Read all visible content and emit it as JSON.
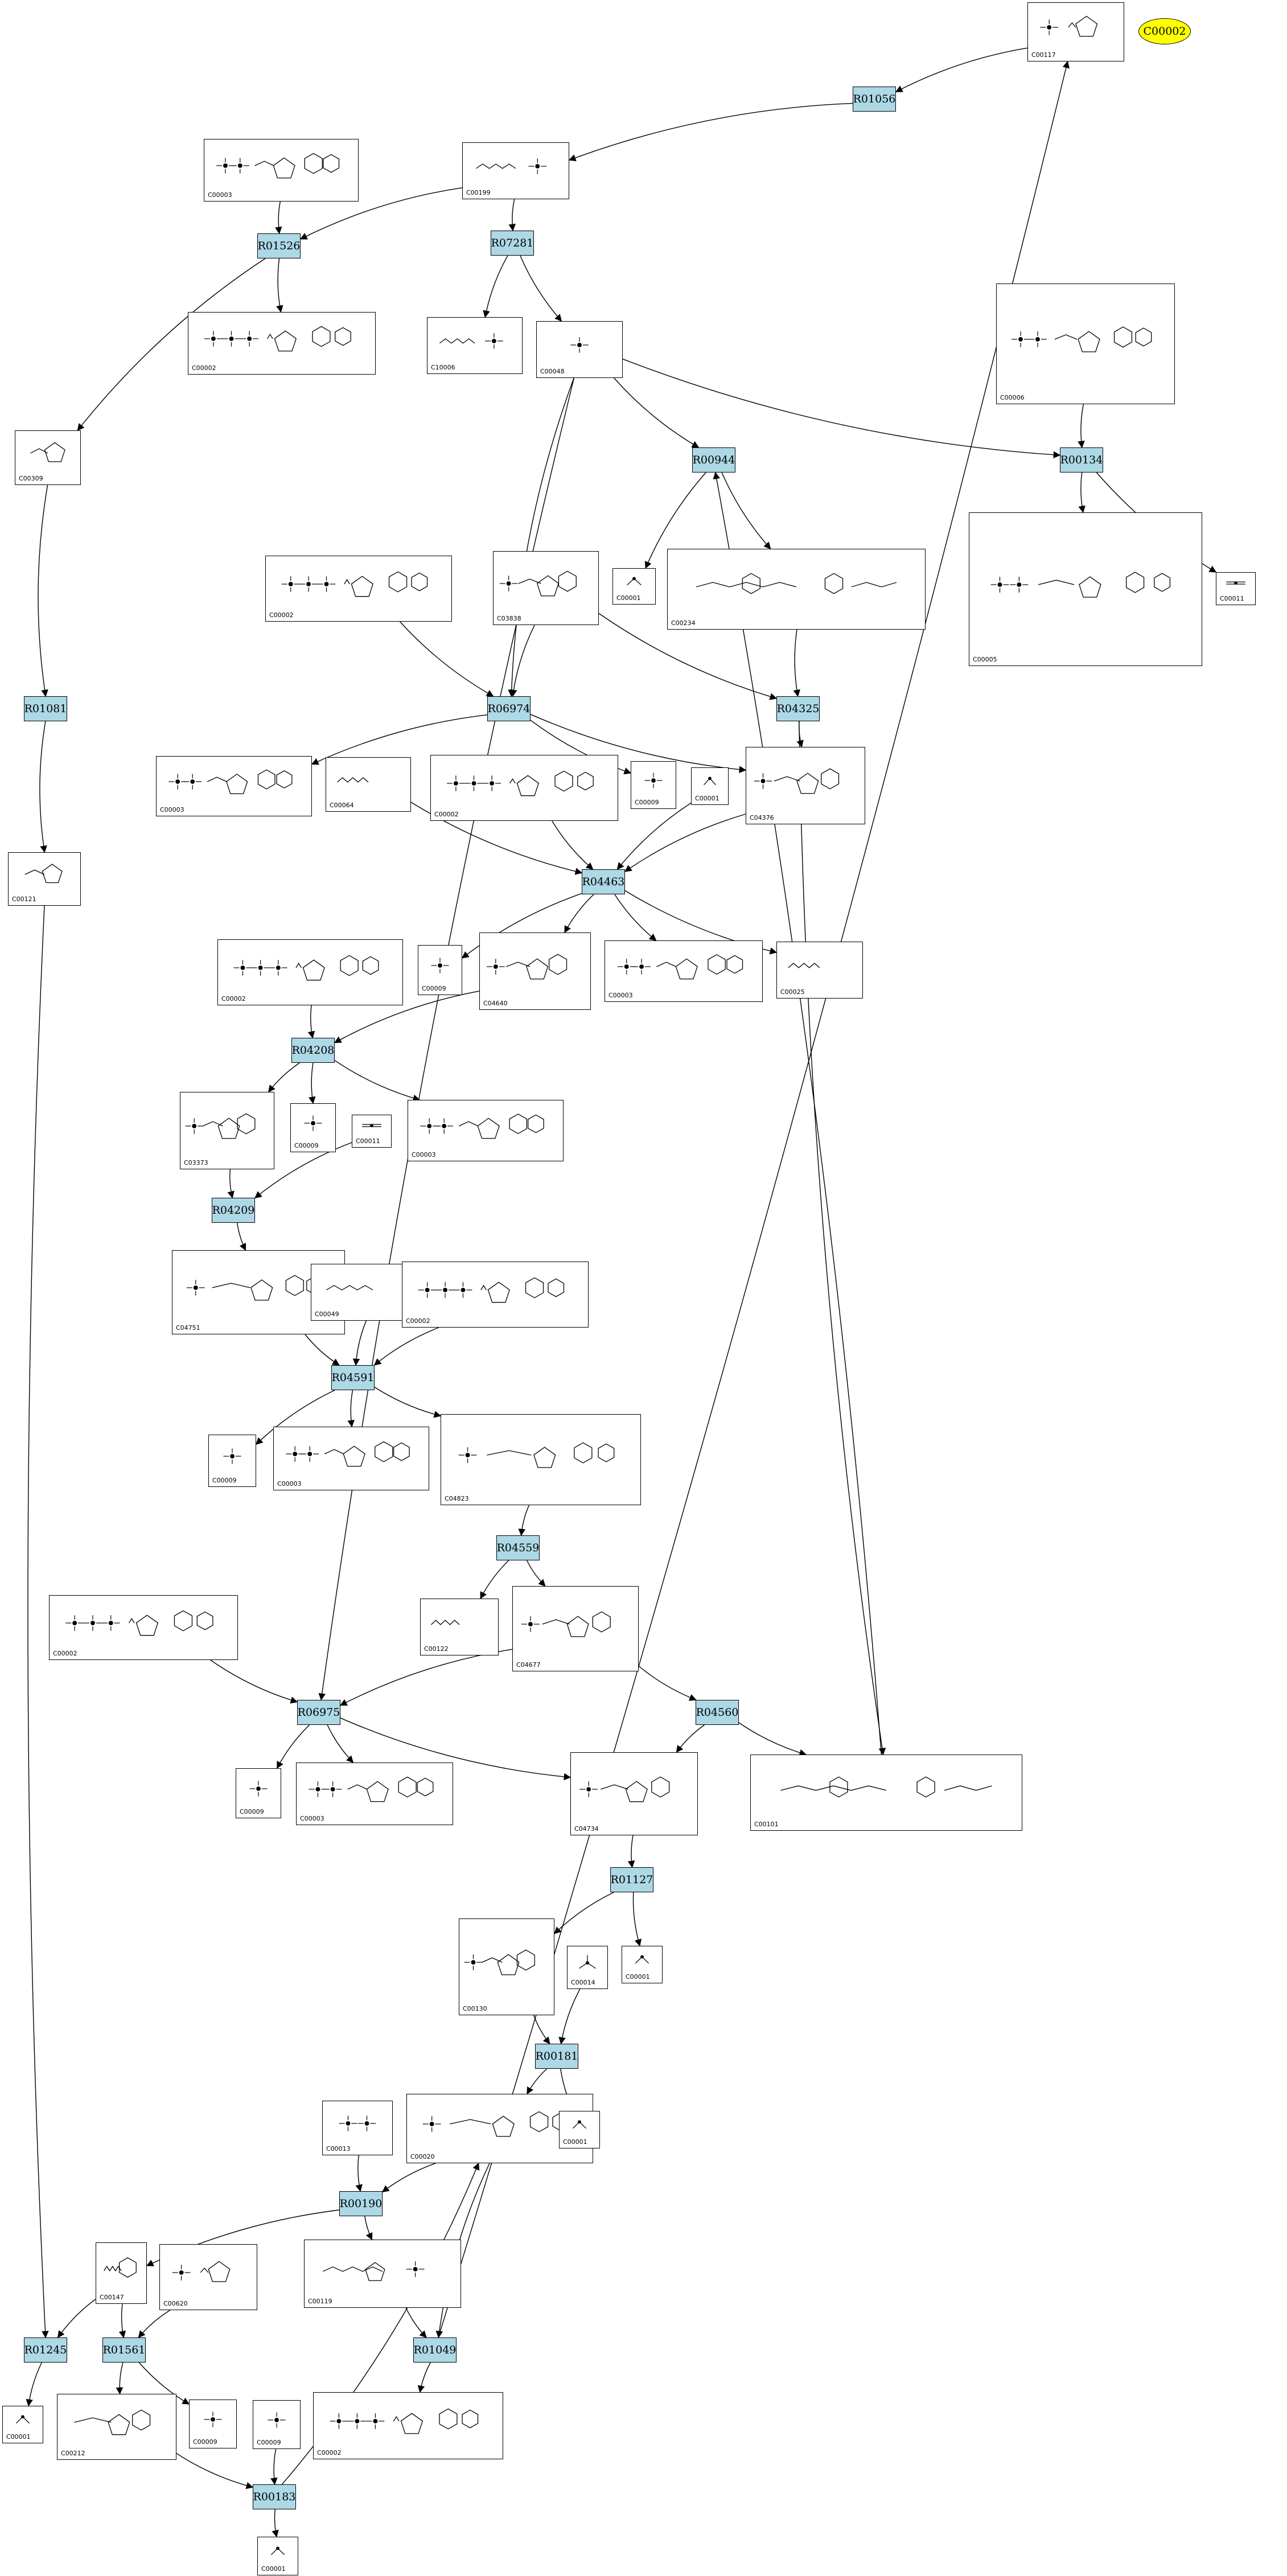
{
  "start_node": {
    "label": "C00002"
  },
  "reactions": [
    {
      "id": "R01056",
      "label": "R01056"
    },
    {
      "id": "R01526",
      "label": "R01526"
    },
    {
      "id": "R07281",
      "label": "R07281"
    },
    {
      "id": "R00944",
      "label": "R00944"
    },
    {
      "id": "R00134",
      "label": "R00134"
    },
    {
      "id": "R01081",
      "label": "R01081"
    },
    {
      "id": "R06974",
      "label": "R06974"
    },
    {
      "id": "R04325",
      "label": "R04325"
    },
    {
      "id": "R04463",
      "label": "R04463"
    },
    {
      "id": "R04208",
      "label": "R04208"
    },
    {
      "id": "R04209",
      "label": "R04209"
    },
    {
      "id": "R04591",
      "label": "R04591"
    },
    {
      "id": "R04559",
      "label": "R04559"
    },
    {
      "id": "R06975",
      "label": "R06975"
    },
    {
      "id": "R04560",
      "label": "R04560"
    },
    {
      "id": "R01127",
      "label": "R01127"
    },
    {
      "id": "R00181",
      "label": "R00181"
    },
    {
      "id": "R00190",
      "label": "R00190"
    },
    {
      "id": "R01245",
      "label": "R01245"
    },
    {
      "id": "R01561",
      "label": "R01561"
    },
    {
      "id": "R01049",
      "label": "R01049"
    },
    {
      "id": "R00183",
      "label": "R00183"
    }
  ],
  "compounds": [
    {
      "key": "c00117_top",
      "id": "C00117",
      "structure": "ribose-5-phosphate"
    },
    {
      "key": "c00003_a",
      "id": "C00003",
      "structure": "nad"
    },
    {
      "key": "c00199",
      "id": "C00199",
      "structure": "ribulose-5-phosphate"
    },
    {
      "key": "c00002_a",
      "id": "C00002",
      "structure": "atp"
    },
    {
      "key": "c10006",
      "id": "C10006",
      "structure": "small-phosphate"
    },
    {
      "key": "c00048",
      "id": "C00048",
      "structure": "formate"
    },
    {
      "key": "c00006",
      "id": "C00006",
      "structure": "nadp"
    },
    {
      "key": "c00309",
      "id": "C00309",
      "structure": "sugar"
    },
    {
      "key": "c00001_a",
      "id": "C00001",
      "structure": "water"
    },
    {
      "key": "c00234",
      "id": "C00234",
      "structure": "folate"
    },
    {
      "key": "c00005",
      "id": "C00005",
      "structure": "nadph"
    },
    {
      "key": "c00011_a",
      "id": "C00011",
      "structure": "co2"
    },
    {
      "key": "c00002_b",
      "id": "C00002",
      "structure": "atp"
    },
    {
      "key": "c03838",
      "id": "C03838",
      "structure": "gar"
    },
    {
      "key": "c00003_b",
      "id": "C00003",
      "structure": "nad"
    },
    {
      "key": "c00064",
      "id": "C00064",
      "structure": "glutamine"
    },
    {
      "key": "c00002_c",
      "id": "C00002",
      "structure": "atp"
    },
    {
      "key": "c00009_a",
      "id": "C00009",
      "structure": "phosphate"
    },
    {
      "key": "c00001_b",
      "id": "C00001",
      "structure": "water"
    },
    {
      "key": "c04376",
      "id": "C04376",
      "structure": "fgar"
    },
    {
      "key": "c00121",
      "id": "C00121",
      "structure": "sugar"
    },
    {
      "key": "c00002_d",
      "id": "C00002",
      "structure": "atp"
    },
    {
      "key": "c00009_b",
      "id": "C00009",
      "structure": "phosphate"
    },
    {
      "key": "c04640",
      "id": "C04640",
      "structure": "fgam"
    },
    {
      "key": "c00003_c",
      "id": "C00003",
      "structure": "nad"
    },
    {
      "key": "c00025",
      "id": "C00025",
      "structure": "glutamate"
    },
    {
      "key": "c03373",
      "id": "C03373",
      "structure": "air"
    },
    {
      "key": "c00009_c",
      "id": "C00009",
      "structure": "phosphate"
    },
    {
      "key": "c00011_b",
      "id": "C00011",
      "structure": "co2"
    },
    {
      "key": "c00003_d",
      "id": "C00003",
      "structure": "nad"
    },
    {
      "key": "c04751",
      "id": "C04751",
      "structure": "cair"
    },
    {
      "key": "c00049",
      "id": "C00049",
      "structure": "aspartate"
    },
    {
      "key": "c00002_e",
      "id": "C00002",
      "structure": "atp"
    },
    {
      "key": "c00009_d",
      "id": "C00009",
      "structure": "phosphate"
    },
    {
      "key": "c00003_e",
      "id": "C00003",
      "structure": "nad"
    },
    {
      "key": "c04823",
      "id": "C04823",
      "structure": "saicar"
    },
    {
      "key": "c00002_f",
      "id": "C00002",
      "structure": "atp"
    },
    {
      "key": "c00122",
      "id": "C00122",
      "structure": "fumarate"
    },
    {
      "key": "c04677",
      "id": "C04677",
      "structure": "aicar"
    },
    {
      "key": "c00009_e",
      "id": "C00009",
      "structure": "phosphate"
    },
    {
      "key": "c00003_f",
      "id": "C00003",
      "structure": "nad"
    },
    {
      "key": "c04734",
      "id": "C04734",
      "structure": "faicar"
    },
    {
      "key": "c00101",
      "id": "C00101",
      "structure": "thf"
    },
    {
      "key": "c00130",
      "id": "C00130",
      "structure": "imp"
    },
    {
      "key": "c00014",
      "id": "C00014",
      "structure": "ammonia"
    },
    {
      "key": "c00001_c",
      "id": "C00001",
      "structure": "water"
    },
    {
      "key": "c00013",
      "id": "C00013",
      "structure": "pyrophosphate"
    },
    {
      "key": "c00020",
      "id": "C00020",
      "structure": "amp"
    },
    {
      "key": "c00001_d",
      "id": "C00001",
      "structure": "water"
    },
    {
      "key": "c00147",
      "id": "C00147",
      "structure": "adenine"
    },
    {
      "key": "c00620",
      "id": "C00620",
      "structure": "sugar-phosphate"
    },
    {
      "key": "c00119",
      "id": "C00119",
      "structure": "prpp"
    },
    {
      "key": "c00001_e",
      "id": "C00001",
      "structure": "water"
    },
    {
      "key": "c00212",
      "id": "C00212",
      "structure": "adenosine"
    },
    {
      "key": "c00009_f",
      "id": "C00009",
      "structure": "phosphate"
    },
    {
      "key": "c00009_g",
      "id": "C00009",
      "structure": "phosphate"
    },
    {
      "key": "c00002_g",
      "id": "C00002",
      "structure": "atp"
    },
    {
      "key": "c00001_f",
      "id": "C00001",
      "structure": "water"
    }
  ],
  "edges": [
    [
      "c00117_top",
      "R01056"
    ],
    [
      "R01056",
      "c00199"
    ],
    [
      "c00199",
      "R01526"
    ],
    [
      "c00003_a",
      "R01526"
    ],
    [
      "R01526",
      "c00002_a"
    ],
    [
      "R01526",
      "c00309"
    ],
    [
      "c00199",
      "R07281"
    ],
    [
      "R07281",
      "c10006"
    ],
    [
      "R07281",
      "c00048"
    ],
    [
      "c00048",
      "R00944"
    ],
    [
      "c00048",
      "R00134"
    ],
    [
      "c00048",
      "R06974"
    ],
    [
      "c00048",
      "R06975"
    ],
    [
      "c00006",
      "R00134"
    ],
    [
      "R00134",
      "c00005"
    ],
    [
      "R00134",
      "c00011_a"
    ],
    [
      "R00944",
      "c00001_a"
    ],
    [
      "R00944",
      "c00234"
    ],
    [
      "c00309",
      "R01081"
    ],
    [
      "R01081",
      "c00121"
    ],
    [
      "c00121",
      "R01245"
    ],
    [
      "c00002_b",
      "R06974"
    ],
    [
      "c03838",
      "R06974"
    ],
    [
      "c03838",
      "R04325"
    ],
    [
      "c00234",
      "R04325"
    ],
    [
      "R06974",
      "c00003_b"
    ],
    [
      "R06974",
      "c00009_a"
    ],
    [
      "R06974",
      "c04376"
    ],
    [
      "R04325",
      "c04376"
    ],
    [
      "R04325",
      "c00101"
    ],
    [
      "c00064",
      "R04463"
    ],
    [
      "c00002_c",
      "R04463"
    ],
    [
      "c00001_b",
      "R04463"
    ],
    [
      "c04376",
      "R04463"
    ],
    [
      "R04463",
      "c00009_b"
    ],
    [
      "R04463",
      "c04640"
    ],
    [
      "R04463",
      "c00003_c"
    ],
    [
      "R04463",
      "c00025"
    ],
    [
      "c00002_d",
      "R04208"
    ],
    [
      "c04640",
      "R04208"
    ],
    [
      "R04208",
      "c03373"
    ],
    [
      "R04208",
      "c00009_c"
    ],
    [
      "R04208",
      "c00003_d"
    ],
    [
      "c03373",
      "R04209"
    ],
    [
      "c00011_b",
      "R04209"
    ],
    [
      "R04209",
      "c04751"
    ],
    [
      "c04751",
      "R04591"
    ],
    [
      "c00049",
      "R04591"
    ],
    [
      "c00002_e",
      "R04591"
    ],
    [
      "R04591",
      "c00009_d"
    ],
    [
      "R04591",
      "c00003_e"
    ],
    [
      "R04591",
      "c04823"
    ],
    [
      "c04823",
      "R04559"
    ],
    [
      "R04559",
      "c00122"
    ],
    [
      "R04559",
      "c04677"
    ],
    [
      "c00002_f",
      "R06975"
    ],
    [
      "c04677",
      "R06975"
    ],
    [
      "c04677",
      "R04560"
    ],
    [
      "R06975",
      "c00009_e"
    ],
    [
      "R06975",
      "c00003_f"
    ],
    [
      "R06975",
      "c04734"
    ],
    [
      "R04560",
      "c04734"
    ],
    [
      "R04560",
      "c00101"
    ],
    [
      "c00101",
      "R00944"
    ],
    [
      "c04734",
      "R01127"
    ],
    [
      "R01127",
      "c00130"
    ],
    [
      "R01127",
      "c00001_c"
    ],
    [
      "c00130",
      "R00181"
    ],
    [
      "c00014",
      "R00181"
    ],
    [
      "R00181",
      "c00020"
    ],
    [
      "R00181",
      "c00001_d"
    ],
    [
      "c00020",
      "R00190"
    ],
    [
      "c00013",
      "R00190"
    ],
    [
      "c00020",
      "R01049"
    ],
    [
      "R00190",
      "c00147"
    ],
    [
      "R00190",
      "c00119"
    ],
    [
      "c00147",
      "R01245"
    ],
    [
      "c00147",
      "R01561"
    ],
    [
      "c00620",
      "R01561"
    ],
    [
      "R01245",
      "c00001_e"
    ],
    [
      "R01561",
      "c00212"
    ],
    [
      "R01561",
      "c00009_f"
    ],
    [
      "c00119",
      "R01049"
    ],
    [
      "R01049",
      "c00002_g"
    ],
    [
      "R01049",
      "c00117_top"
    ],
    [
      "c00212",
      "R00183"
    ],
    [
      "c00009_g",
      "R00183"
    ],
    [
      "R00183",
      "c00001_f"
    ],
    [
      "R00183",
      "c00020"
    ]
  ]
}
